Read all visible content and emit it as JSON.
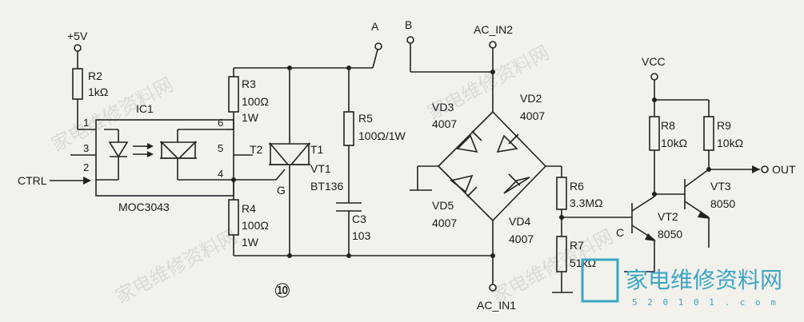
{
  "nodes": {
    "p5v": "+5V",
    "vcc": "VCC",
    "a": "A",
    "b": "B",
    "ac_in2": "AC_IN2",
    "ac_in1": "AC_IN1",
    "ctrl": "CTRL",
    "out": "OUT"
  },
  "ic": {
    "name": "IC1",
    "part": "MOC3043",
    "pins": [
      "1",
      "2",
      "3",
      "4",
      "5",
      "6"
    ]
  },
  "components": {
    "r2": {
      "ref": "R2",
      "value": "1kΩ"
    },
    "r3": {
      "ref": "R3",
      "value": "100Ω",
      "power": "1W"
    },
    "r4": {
      "ref": "R4",
      "value": "100Ω",
      "power": "1W"
    },
    "r5": {
      "ref": "R5",
      "value": "100Ω/1W"
    },
    "c3": {
      "ref": "C3",
      "value": "103"
    },
    "vt1": {
      "ref": "VT1",
      "part": "BT136",
      "t1": "T1",
      "t2": "T2",
      "g": "G"
    },
    "vd2": {
      "ref": "VD2",
      "part": "4007"
    },
    "vd3": {
      "ref": "VD3",
      "part": "4007"
    },
    "vd4": {
      "ref": "VD4",
      "part": "4007"
    },
    "vd5": {
      "ref": "VD5",
      "part": "4007"
    },
    "r6": {
      "ref": "R6",
      "value": "3.3MΩ"
    },
    "r7": {
      "ref": "R7",
      "value": "51kΩ"
    },
    "r8": {
      "ref": "R8",
      "value": "10kΩ"
    },
    "r9": {
      "ref": "R9",
      "value": "10kΩ"
    },
    "vt2": {
      "ref": "VT2",
      "part": "8050"
    },
    "vt3": {
      "ref": "VT3",
      "part": "8050"
    }
  },
  "node_c": "C",
  "figure_number": "⑩",
  "watermark": {
    "text": "家电维修资料网",
    "url": "5 2 0 1 0 1 . c o m"
  }
}
